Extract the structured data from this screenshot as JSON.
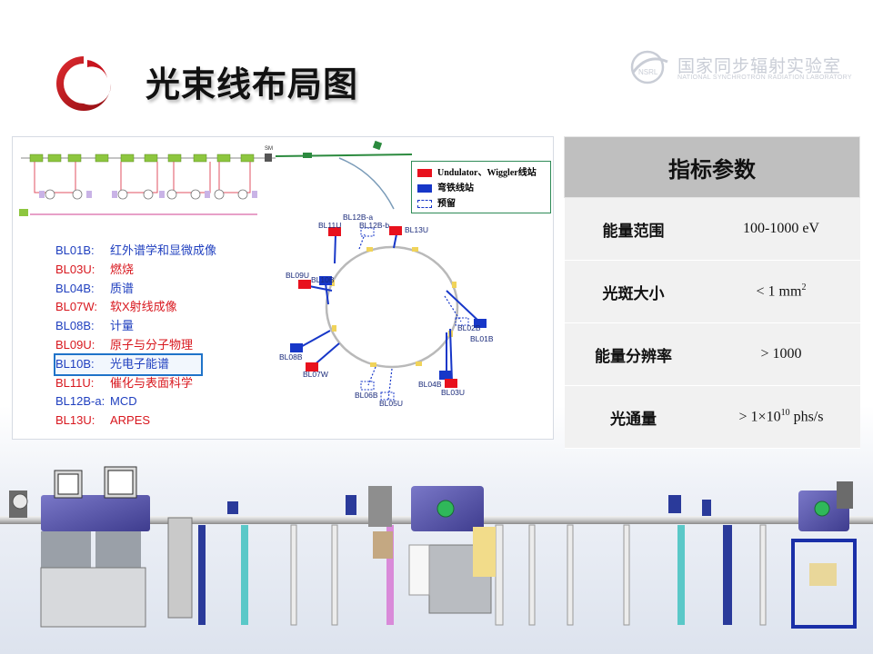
{
  "title": "光束线布局图",
  "org": {
    "name_cn": "国家同步辐射实验室",
    "name_en": "NATIONAL SYNCHROTRON RADIATION LABORATORY",
    "logo_text": "NSRL"
  },
  "colors": {
    "undulator": "#e8111d",
    "bending": "#1737c8",
    "reserved": "#1737c8",
    "logo_red": "#c8141e",
    "table_header": "#bfbfbf",
    "table_row": "#f1f1f1",
    "highlight": "#1f73c9"
  },
  "beamlines": [
    {
      "code": "BL01B:",
      "name": "红外谱学和显微成像",
      "color": "#1f3fbf"
    },
    {
      "code": "BL03U:",
      "name": "燃烧",
      "color": "#d8171e"
    },
    {
      "code": "BL04B:",
      "name": "质谱",
      "color": "#1f3fbf"
    },
    {
      "code": "BL07W:",
      "name": "软X射线成像",
      "color": "#d8171e"
    },
    {
      "code": "BL08B:",
      "name": "计量",
      "color": "#1f3fbf"
    },
    {
      "code": "BL09U:",
      "name": "原子与分子物理",
      "color": "#d8171e"
    },
    {
      "code": "BL10B:",
      "name": "光电子能谱",
      "color": "#1f3fbf",
      "highlight": true
    },
    {
      "code": "BL11U:",
      "name": "催化与表面科学",
      "color": "#d8171e"
    },
    {
      "code": "BL12B-a:",
      "name": "MCD",
      "color": "#1f3fbf"
    },
    {
      "code": "BL13U:",
      "name": "ARPES",
      "color": "#d8171e"
    }
  ],
  "legend": {
    "undulator": "Undulator、Wiggler线站",
    "bending": "弯铁线站",
    "reserved": "预留"
  },
  "ring_labels": {
    "bl11u": "BL11U",
    "bl12ba": "BL12B-a",
    "bl12bb": "BL12B-b",
    "bl13u": "BL13U",
    "bl09u": "BL09U",
    "bl10b": "BL10B",
    "bl02b": "BL02B",
    "bl01b": "BL01B",
    "bl08b": "BL08B",
    "bl07w": "BL07W",
    "bl06b": "BL06B",
    "bl05u": "BL05U",
    "bl04b": "BL04B",
    "bl03u": "BL03U",
    "sm": "SM"
  },
  "params": {
    "header": "指标参数",
    "rows": [
      {
        "key": "能量范围",
        "value": "100-1000 eV"
      },
      {
        "key": "光斑大小",
        "value": "< 1 mm",
        "sup": "2"
      },
      {
        "key": "能量分辨率",
        "value": ">  1000"
      },
      {
        "key": "光通量",
        "value": "> 1×10",
        "sup": "10",
        "suffix": " phs/s"
      }
    ]
  }
}
